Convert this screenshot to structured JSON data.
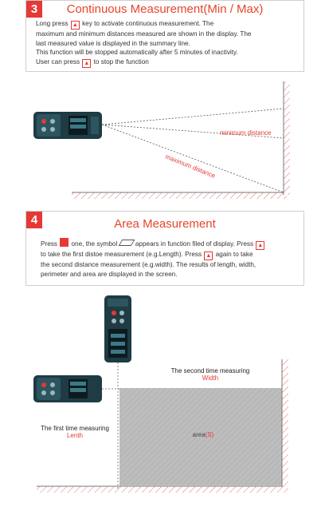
{
  "section3": {
    "number": "3",
    "title": "Continuous Measurement(Min / Max)",
    "lines": [
      [
        "Long press ",
        "key",
        " key to activate continuous measurement.        The"
      ],
      [
        "maximum and minimum distances measured are shown in the display. The"
      ],
      [
        "last measured value is displayed in the summary line."
      ],
      [
        "This function will be stopped automatically after 5 minutes of inactivity."
      ],
      [
        "User can press ",
        "key",
        " to stop the function"
      ]
    ],
    "min_label": "minimum distance",
    "max_label": "maximum distance"
  },
  "section4": {
    "number": "4",
    "title": "Area Measurement",
    "lines": [
      [
        "Press ",
        "solid",
        " one, the symbol ",
        "rect",
        " appears in function filed of display. Press ",
        "key"
      ],
      [
        "to take the first distoe measurement (e.g.Length).    Press ",
        "key",
        " again to take"
      ],
      [
        "the second distance measurement (e.g.width). The results of length, width,"
      ],
      [
        "perimeter and area are displayed in the screen."
      ]
    ],
    "second_label": "The second time measuring",
    "second_sub": "Width",
    "first_label": "The first time measuring",
    "first_sub": "Lenth",
    "area_label": "area",
    "area_sub": "(S)"
  }
}
